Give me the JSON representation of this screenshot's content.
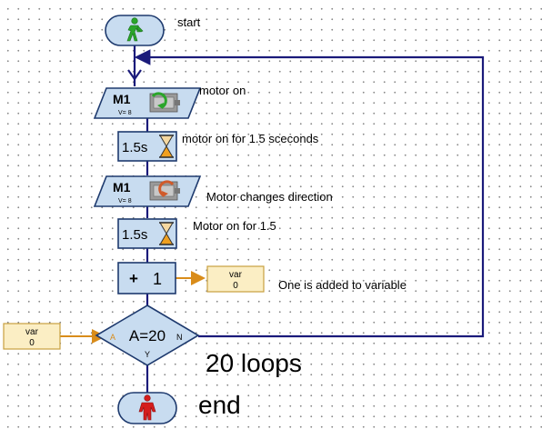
{
  "program": {
    "start": {
      "comment": "start"
    },
    "motor_on": {
      "output": "M1",
      "speed": "V= 8",
      "comment": "motor on"
    },
    "wait_1": {
      "time": "1.5s",
      "comment": "motor on for 1.5 sceconds"
    },
    "motor_reverse": {
      "output": "M1",
      "speed": "V= 8",
      "comment": "Motor changes direction"
    },
    "wait_2": {
      "time": "1.5s",
      "comment": "Motor on for 1.5"
    },
    "add": {
      "op": "+",
      "value": "1",
      "comment": "One is added to variable"
    },
    "var_right": {
      "name": "var",
      "value": "0"
    },
    "var_left": {
      "name": "var",
      "value": "0"
    },
    "branch": {
      "condition": "A=20",
      "port_in": "A",
      "port_no": "N",
      "port_yes": "Y",
      "comment": "20 loops"
    },
    "end": {
      "comment": "end"
    }
  },
  "colors": {
    "block_fill": "#c8dcf0",
    "block_stroke": "#1e3a6e",
    "flow_line": "#1a1a7a",
    "data_line": "#d98c1a",
    "var_fill": "#fbeec4",
    "var_stroke": "#c8a040",
    "walk_man": "#2aa52a",
    "stop_man": "#d51d1d"
  },
  "icons": {
    "start": "green-walking-man-icon",
    "end": "red-standing-man-icon",
    "motor": "motor-icon",
    "timer": "hourglass-icon"
  }
}
